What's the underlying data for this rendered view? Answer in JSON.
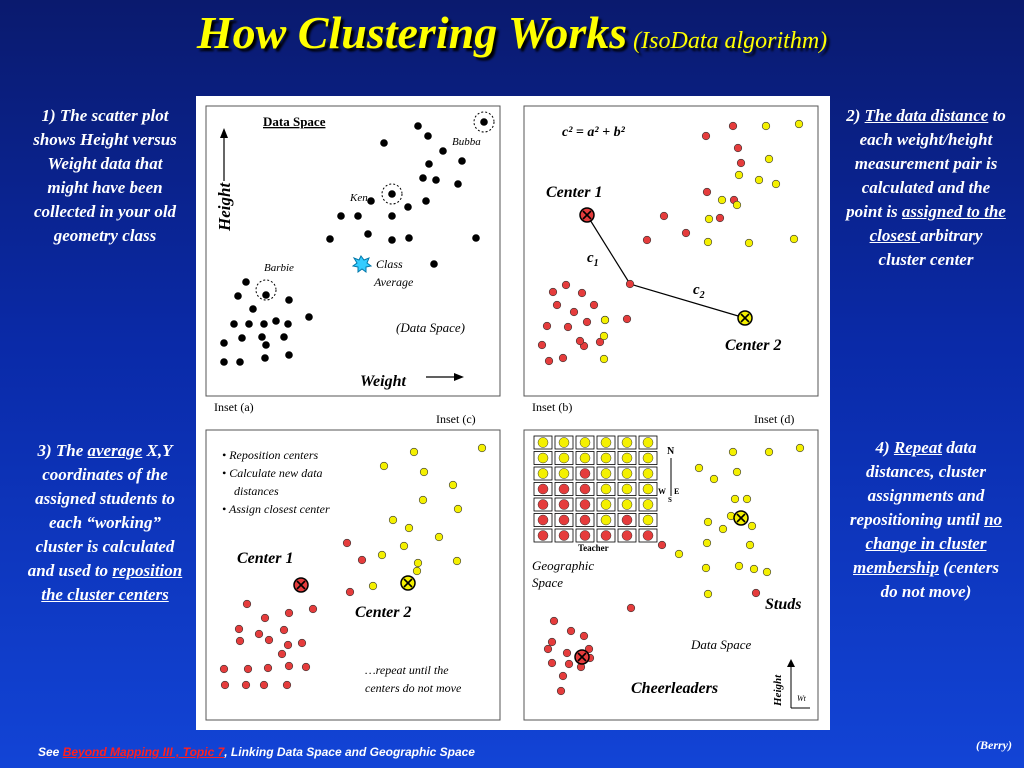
{
  "title": {
    "main": "How Clustering Works",
    "sub": "(IsoData algorithm)"
  },
  "steps": [
    {
      "id": "s1",
      "parts": [
        {
          "t": "1) The scatter plot shows Height versus Weight data that might have been collected in your old geometry class",
          "u": false
        }
      ]
    },
    {
      "id": "s2",
      "parts": [
        {
          "t": "2) ",
          "u": false
        },
        {
          "t": "The data distance",
          "u": true
        },
        {
          "t": " to each weight/height measurement pair is calculated and the point is ",
          "u": false
        },
        {
          "t": "assigned to the closest ",
          "u": true
        },
        {
          "t": "arbitrary cluster center",
          "u": false
        }
      ]
    },
    {
      "id": "s3",
      "parts": [
        {
          "t": "3) The ",
          "u": false
        },
        {
          "t": "average",
          "u": true
        },
        {
          "t": " X,Y  coordinates of the assigned students to each “working” cluster is calculated and used to ",
          "u": false
        },
        {
          "t": "reposition the cluster centers",
          "u": true
        }
      ]
    },
    {
      "id": "s4",
      "parts": [
        {
          "t": "4) ",
          "u": false
        },
        {
          "t": "Repeat",
          "u": true
        },
        {
          "t": " data distances, cluster assignments and repositioning until ",
          "u": false
        },
        {
          "t": "no change in cluster membership",
          "u": true
        },
        {
          "t": " (centers do not move)",
          "u": false
        }
      ]
    }
  ],
  "insets": {
    "a": {
      "label": "Inset (a)",
      "header": "Data Space",
      "yaxis": "Height",
      "xaxis": "Weight",
      "bubba": "Bubba",
      "ken": "Ken",
      "barbie": "Barbie",
      "class_avg_1": "Class",
      "class_avg_2": "Average",
      "data_space": "(Data Space)"
    },
    "b": {
      "label": "Inset (b)",
      "formula": "c² = a² + b²",
      "center1": "Center 1",
      "center2": "Center 2",
      "c1": "c",
      "c1_sub": "1",
      "c2": "c",
      "c2_sub": "2"
    },
    "c": {
      "label": "Inset (c)",
      "bullets": [
        "• Reposition centers",
        "• Calculate new data",
        "   distances",
        "• Assign closest center"
      ],
      "center1": "Center 1",
      "center2": "Center 2",
      "repeat1": "…repeat until the",
      "repeat2": "centers do not move"
    },
    "d": {
      "label": "Inset (d)",
      "teacher": "Teacher",
      "geo1": "Geographic",
      "geo2": "Space",
      "data_space": "Data Space",
      "studs": "Studs",
      "cheer": "Cheerleaders",
      "height": "Height",
      "wt": "Wt",
      "n": "N",
      "w": "W",
      "e": "E",
      "s": "S"
    }
  },
  "footer": {
    "see": "See ",
    "link": "Beyond Mapping III , Topic  7",
    "rest": ", Linking  Data Space and Geographic Space"
  },
  "credit": "(Berry)",
  "colors": {
    "red": "#e53c3c",
    "yellow": "#f4f000",
    "black": "#000000",
    "cyan": "#33ccff"
  }
}
